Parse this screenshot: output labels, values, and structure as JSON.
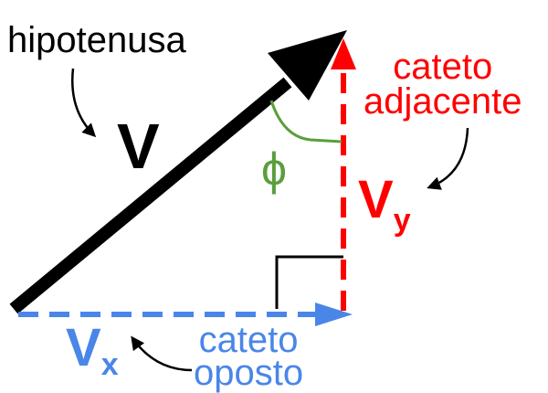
{
  "labels": {
    "hypotenuse": "hipotenusa",
    "vector": "V",
    "adjacent_line1": "cateto",
    "adjacent_line2": "adjacente",
    "vy_main": "V",
    "vy_sub": "y",
    "angle": "ϕ",
    "vx_main": "V",
    "vx_sub": "x",
    "opposite_line1": "cateto",
    "opposite_line2": "oposto"
  },
  "colors": {
    "vector": "#000000",
    "vy": "#ff0000",
    "vx": "#4a86e8",
    "angle": "#5a9e3c"
  }
}
